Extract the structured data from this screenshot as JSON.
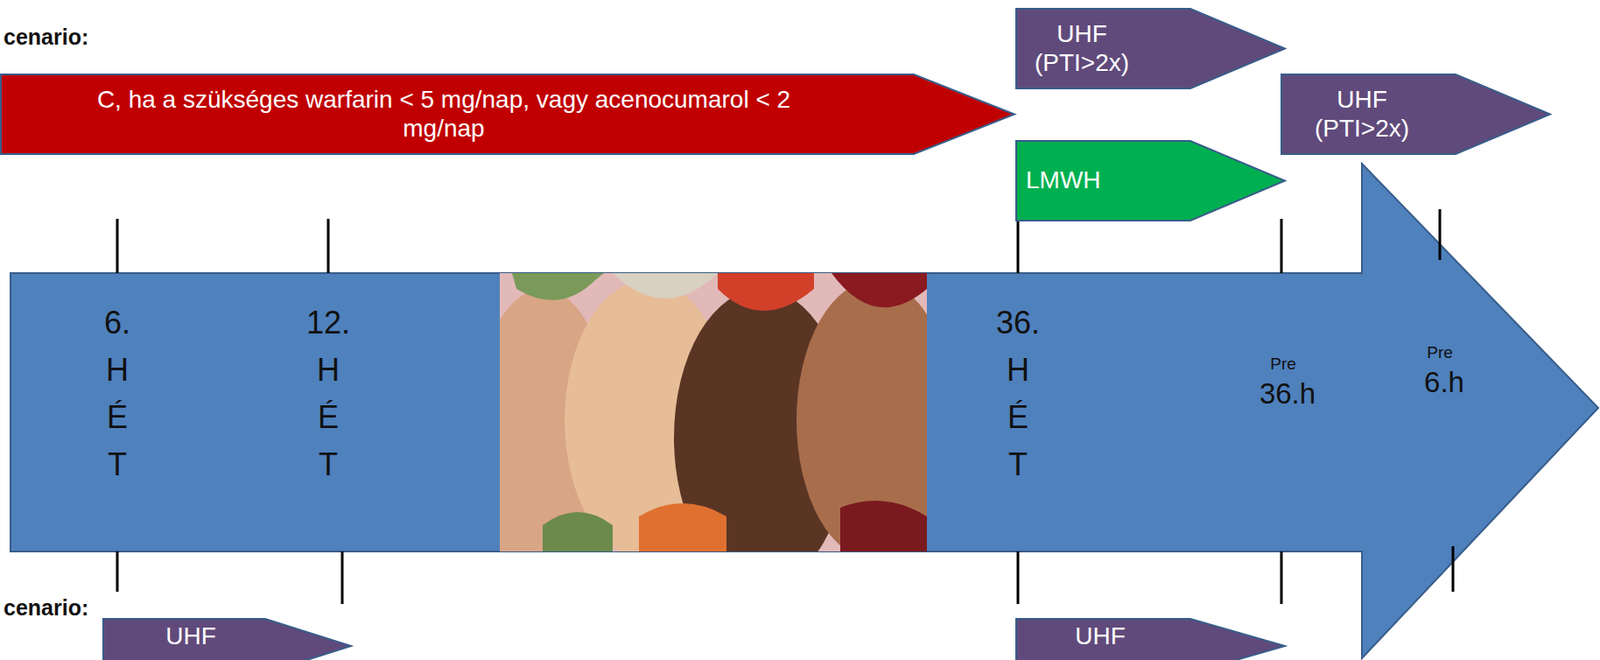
{
  "diagram": {
    "nodes": [
      {
        "text": [
          "UHF (PTI>2x)"
        ]
      },
      {
        "text": [
          "C, ha a szükséges warfarin < 5 mg/nap, vagy acenocumarol < 2 mg/nap"
        ]
      },
      {
        "text": [
          "UHF (PTI>2x)"
        ]
      },
      {
        "text": [
          "LMWH"
        ]
      },
      {
        "text": [
          "UHF"
        ]
      },
      {
        "text": [
          "UHF"
        ]
      }
    ],
    "labels": [
      "cenario:",
      "6. H É T",
      "12. H É T",
      "36. H É T",
      "Pre",
      "36.h",
      "Pre",
      "6.h",
      "cenario:"
    ]
  }
}
